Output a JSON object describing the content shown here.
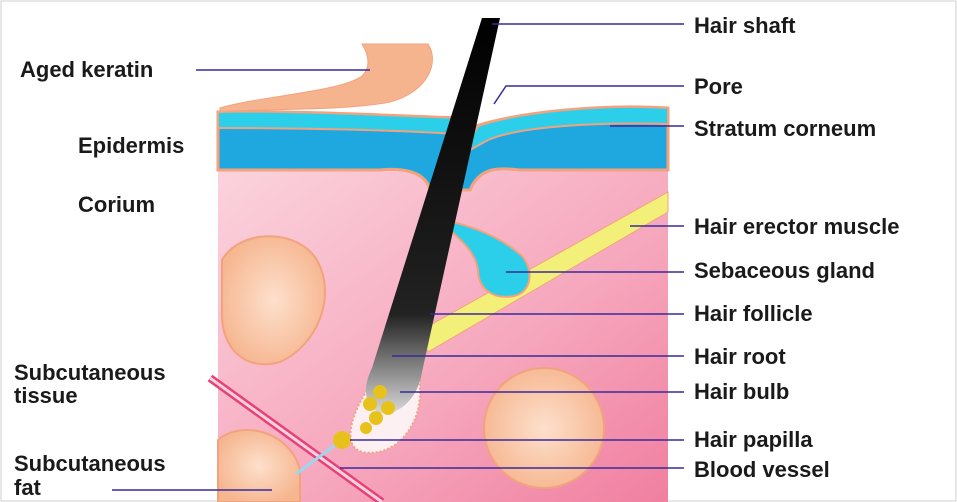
{
  "labels": {
    "aged_keratin": "Aged keratin",
    "epidermis": "Epidermis",
    "corium": "Corium",
    "subcutaneous_tissue_line1": "Subcutaneous",
    "subcutaneous_tissue_line2": "tissue",
    "subcutaneous_fat_line1": "Subcutaneous",
    "subcutaneous_fat_line2": "fat",
    "hair_shaft": "Hair shaft",
    "pore": "Pore",
    "stratum_corneum": "Stratum corneum",
    "hair_erector_muscle": "Hair erector muscle",
    "sebaceous_gland": "Sebaceous gland",
    "hair_follicle": "Hair follicle",
    "hair_root": "Hair root",
    "hair_bulb": "Hair bulb",
    "hair_papilla": "Hair papilla",
    "blood_vessel": "Blood vessel"
  },
  "colors": {
    "leader_line": "#3a2a9a",
    "corium": "#f7a8bf",
    "epidermis": "#1fa8e0",
    "stratum_corneum": "#2ccfea",
    "skin_outline": "#f2a37e",
    "aged_keratin": "#f6b48e",
    "erector_muscle": "#f3f07a",
    "hair": "#111111",
    "papilla": "#e8c21c",
    "blood_vessel": "#e8407a",
    "fat_cell": "#f7c4a0"
  }
}
